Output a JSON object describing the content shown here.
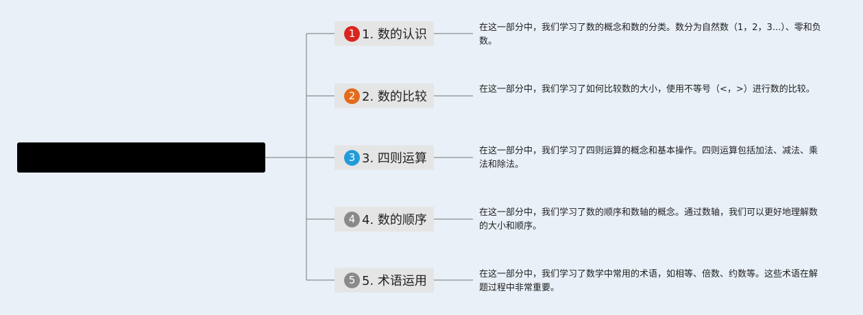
{
  "mindmap": {
    "root": {
      "label": ""
    },
    "branches": [
      {
        "number": "1",
        "label": "1. 数的认识",
        "badge_color": "#d8261f",
        "description": "在这一部分中，我们学习了数的概念和数的分类。数分为自然数（1，2，3...）、零和负数。"
      },
      {
        "number": "2",
        "label": "2. 数的比较",
        "badge_color": "#e46b1c",
        "description": "在这一部分中，我们学习了如何比较数的大小，使用不等号（<，>）进行数的比较。"
      },
      {
        "number": "3",
        "label": "3. 四则运算",
        "badge_color": "#239bd8",
        "description": "在这一部分中，我们学习了四则运算的概念和基本操作。四则运算包括加法、减法、乘法和除法。"
      },
      {
        "number": "4",
        "label": "4. 数的顺序",
        "badge_color": "#8a8a8a",
        "description": "在这一部分中，我们学习了数的顺序和数轴的概念。通过数轴，我们可以更好地理解数的大小和顺序。"
      },
      {
        "number": "5",
        "label": "5. 术语运用",
        "badge_color": "#8a8a8a",
        "description": "在这一部分中，我们学习了数学中常用的术语，如相等、倍数、约数等。这些术语在解题过程中非常重要。"
      }
    ]
  }
}
